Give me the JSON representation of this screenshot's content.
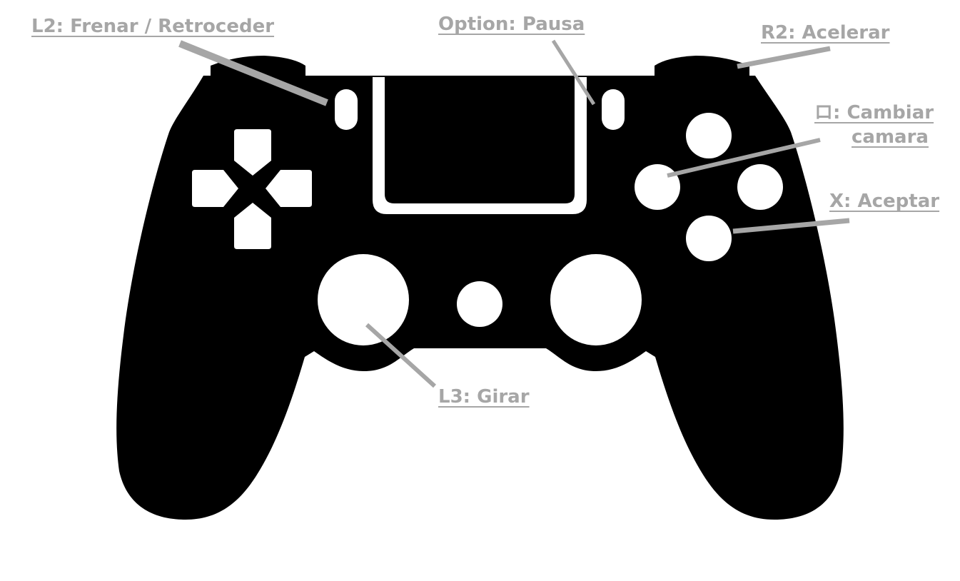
{
  "colors": {
    "controller": "#000000",
    "buttons": "#ffffff",
    "annotation": "#a6a6a6",
    "background": "#ffffff"
  },
  "labels": {
    "l2": "L2: Frenar / Retroceder",
    "option": "Option: Pausa",
    "r2": "R2: Acelerar",
    "square_line1": "ロ: Cambiar",
    "square_line2": "camara",
    "cross": "X: Aceptar",
    "l3": "L3: Girar"
  }
}
